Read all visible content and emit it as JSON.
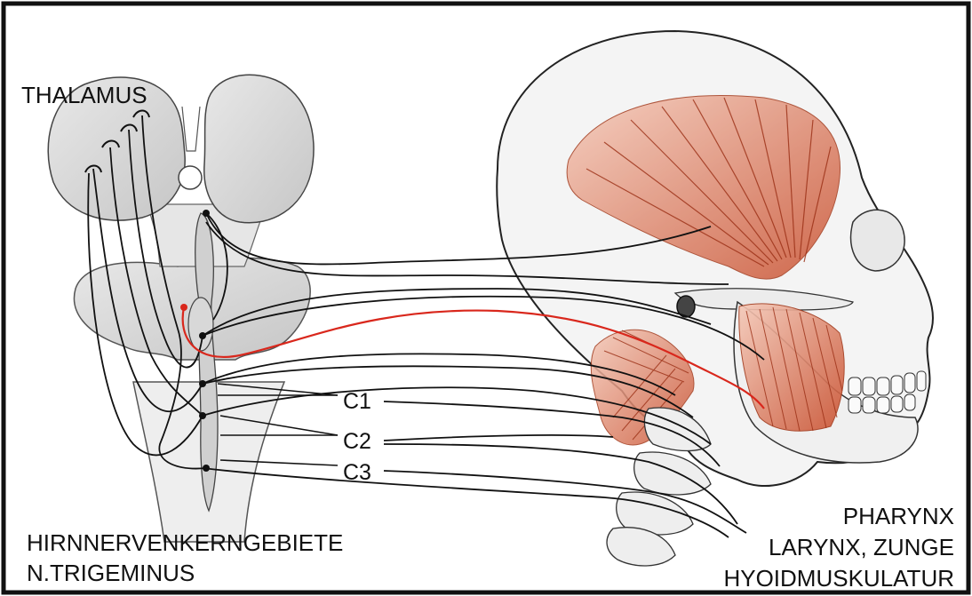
{
  "labels": {
    "thalamus": "THALAMUS",
    "c1": "C1",
    "c2": "C2",
    "c3": "C3",
    "brainstem_line1": "HIRNNERVENKERNGEBIETE",
    "brainstem_line2": "N.TRIGEMINUS",
    "target_line1": "PHARYNX",
    "target_line2": "LARYNX, ZUNGE",
    "target_line3": "HYOIDMUSKULATUR"
  },
  "colors": {
    "nerve_black": "#111111",
    "nerve_red": "#d9271c",
    "muscle": "#c9502f",
    "brain_fill": "#dcdcdc",
    "border": "#111111"
  }
}
